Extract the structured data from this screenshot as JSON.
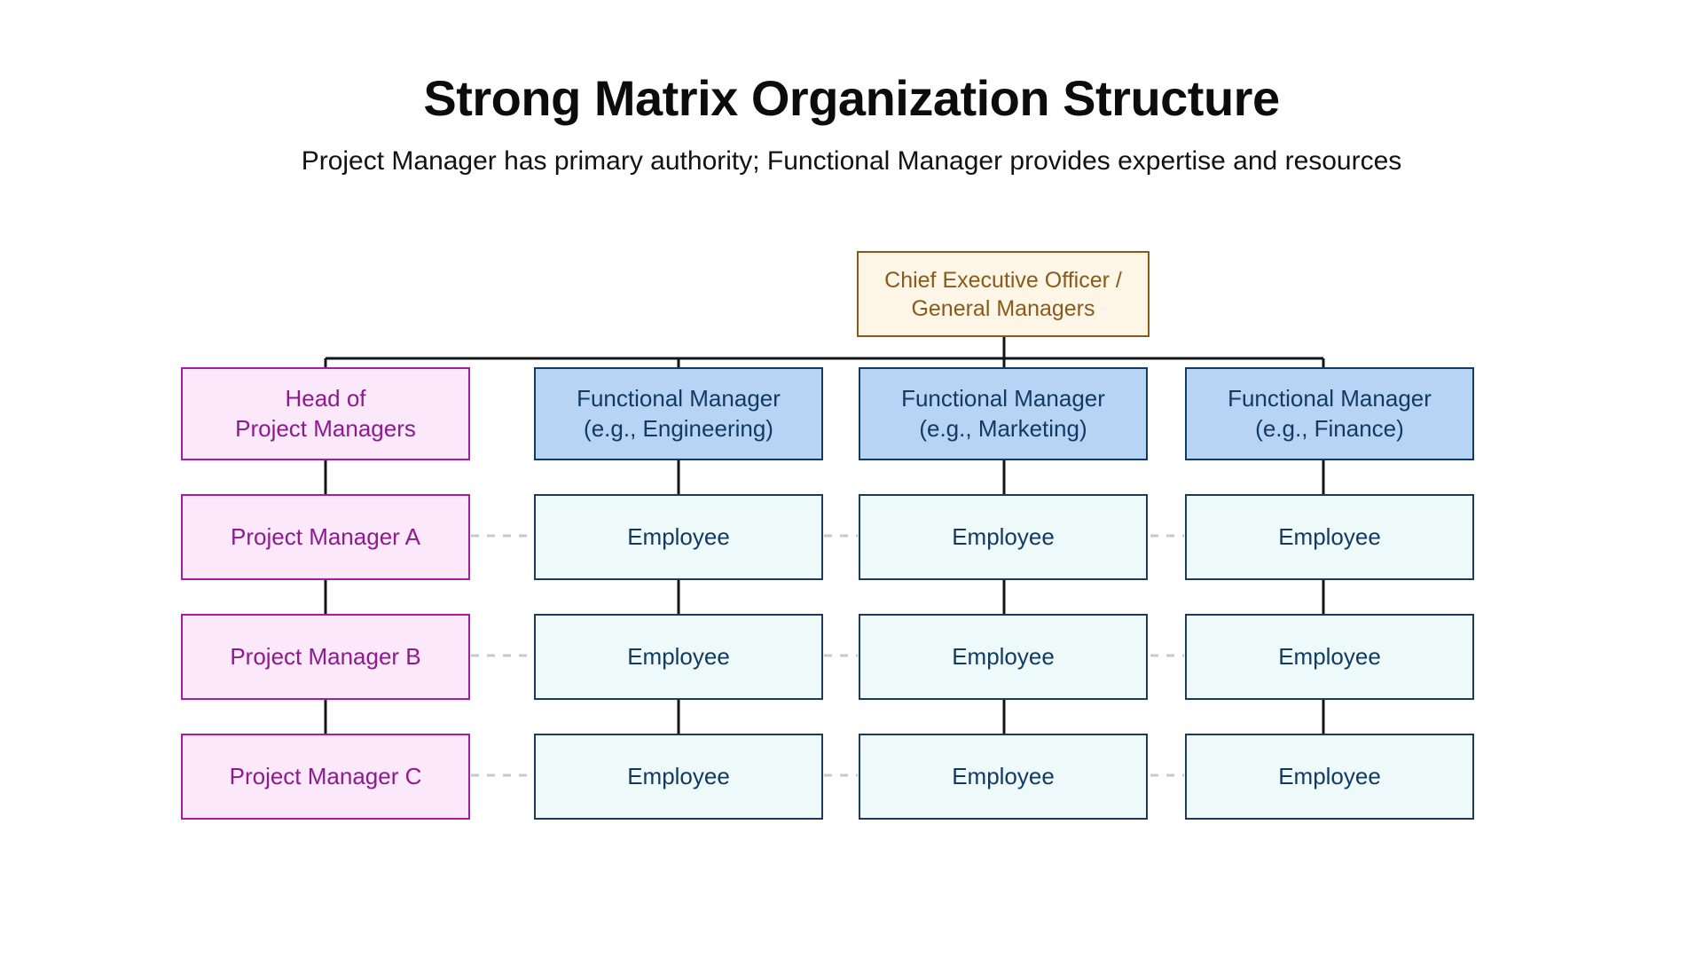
{
  "header": {
    "title": "Strong Matrix Organization Structure",
    "subtitle": "Project Manager has primary authority; Functional Manager provides expertise and resources"
  },
  "diagram": {
    "type": "org-chart",
    "colors": {
      "executive_fill": "#fdf6e7",
      "executive_border": "#8a5a1b",
      "executive_text": "#8a5a1b",
      "project_fill": "#fbe9fb",
      "project_border": "#a81ba8",
      "project_text": "#8e1a8e",
      "functional_fill": "#b7d4f5",
      "functional_border": "#123a63",
      "functional_text": "#123a63",
      "employee_fill": "#eefafa",
      "employee_border": "#1d3a5c",
      "employee_text": "#123a63",
      "solid_edge": "#141414",
      "dashed_edge": "#c9c9c9"
    },
    "executive": {
      "label": "Chief Executive Officer /\nGeneral Managers"
    },
    "columns": [
      {
        "kind": "project",
        "head": {
          "label": "Head of\nProject Managers"
        },
        "members": [
          {
            "label": "Project Manager A"
          },
          {
            "label": "Project Manager B"
          },
          {
            "label": "Project Manager C"
          }
        ]
      },
      {
        "kind": "functional",
        "head": {
          "label": "Functional Manager\n(e.g., Engineering)"
        },
        "members": [
          {
            "label": "Employee"
          },
          {
            "label": "Employee"
          },
          {
            "label": "Employee"
          }
        ]
      },
      {
        "kind": "functional",
        "head": {
          "label": "Functional Manager\n(e.g., Marketing)"
        },
        "members": [
          {
            "label": "Employee"
          },
          {
            "label": "Employee"
          },
          {
            "label": "Employee"
          }
        ]
      },
      {
        "kind": "functional",
        "head": {
          "label": "Functional Manager\n(e.g., Finance)"
        },
        "members": [
          {
            "label": "Employee"
          },
          {
            "label": "Employee"
          },
          {
            "label": "Employee"
          }
        ]
      }
    ]
  }
}
